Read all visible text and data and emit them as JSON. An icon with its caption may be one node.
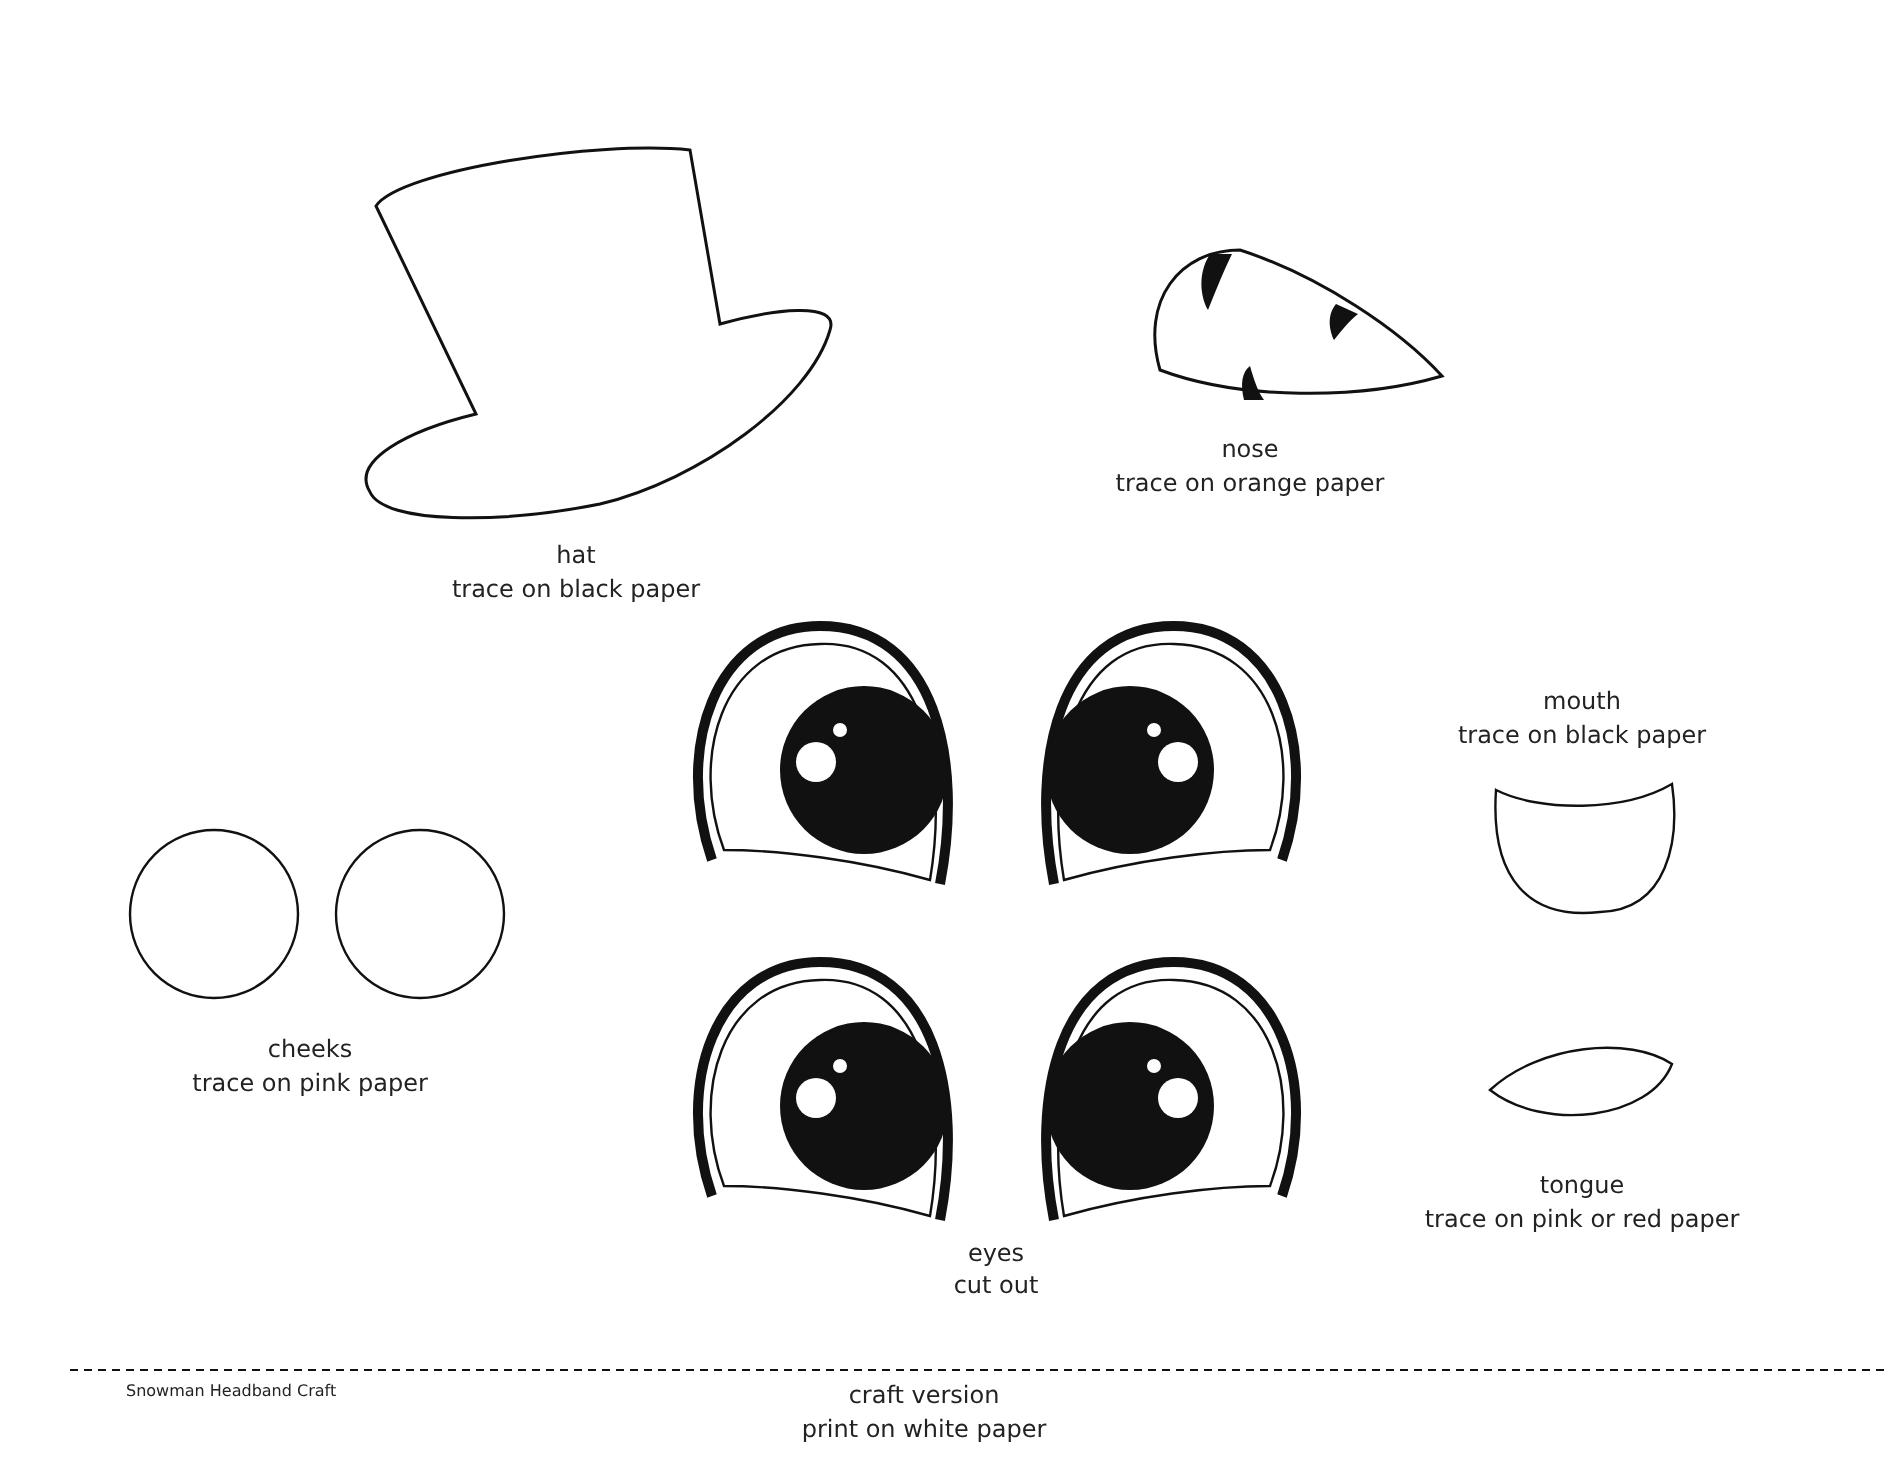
{
  "diagram": {
    "labels": [
      "nose",
      "trace on orange paper",
      "hat",
      "trace on black paper",
      "mouth",
      "trace on black paper",
      "cheeks",
      "trace on pink paper",
      "tongue",
      "trace on pink or red paper",
      "eyes",
      "cut out",
      "Snowman Headband Craft",
      "craft version",
      "print on white paper"
    ]
  }
}
